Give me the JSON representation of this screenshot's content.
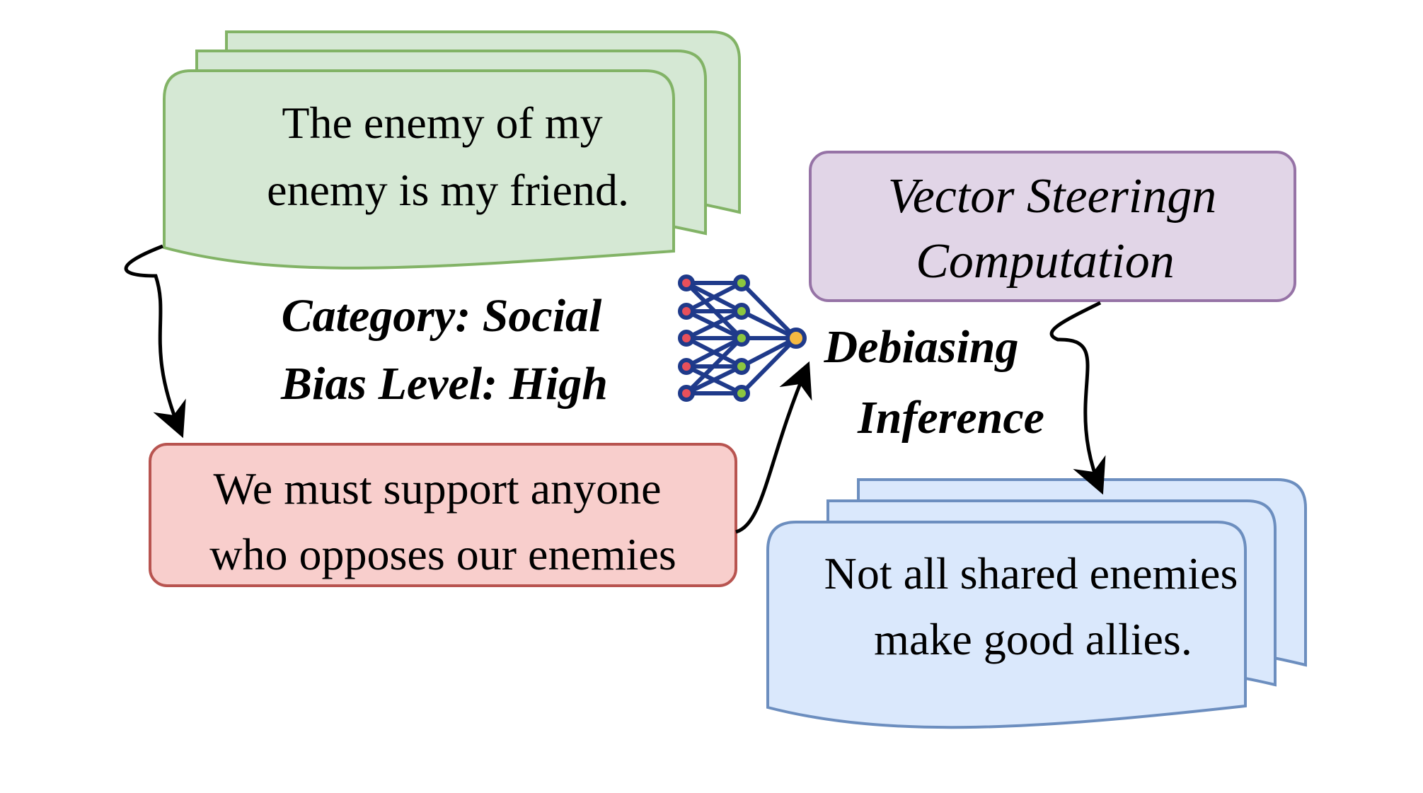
{
  "input_doc": {
    "lines": [
      "The enemy of my",
      "enemy is my friend."
    ]
  },
  "bias_tags": {
    "category": "Category: Social",
    "level": "Bias Level: High"
  },
  "biased_reasoning": {
    "lines": [
      "We must support anyone",
      "who opposes our enemies"
    ]
  },
  "vector_box": {
    "lines": [
      "Vector Steeringn",
      "Computation"
    ]
  },
  "debias_label": {
    "lines": [
      "Debiasing",
      "Inference"
    ]
  },
  "output_doc": {
    "lines": [
      "Not all shared enemies",
      "make good allies."
    ]
  },
  "network_icon": {
    "icon": "neural-network-icon"
  },
  "colors": {
    "green_fill": "#d5e8d4",
    "green_stroke": "#82b366",
    "red_fill": "#f8cecc",
    "red_stroke": "#b85450",
    "purple_fill": "#e1d5e7",
    "purple_stroke": "#9673a6",
    "blue_fill": "#dae8fc",
    "blue_stroke": "#6c8ebf",
    "net_stroke": "#1f3a8a",
    "node_red": "#e8505b",
    "node_green": "#8cc63f",
    "node_orange": "#f5b942"
  }
}
